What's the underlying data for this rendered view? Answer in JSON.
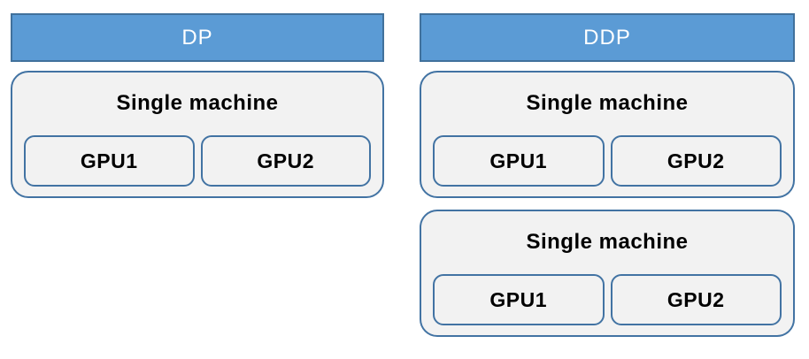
{
  "diagram": {
    "columns": [
      {
        "header": "DP",
        "machines": [
          {
            "title": "Single machine",
            "gpus": [
              "GPU1",
              "GPU2"
            ]
          }
        ]
      },
      {
        "header": "DDP",
        "machines": [
          {
            "title": "Single machine",
            "gpus": [
              "GPU1",
              "GPU2"
            ]
          },
          {
            "title": "Single machine",
            "gpus": [
              "GPU1",
              "GPU2"
            ]
          }
        ]
      }
    ],
    "colors": {
      "header_fill": "#5B9BD5",
      "header_border": "#41719C",
      "header_text": "#FFFFFF",
      "box_fill": "#F2F2F2",
      "box_border": "#4273A3",
      "label_text": "#000000"
    }
  }
}
